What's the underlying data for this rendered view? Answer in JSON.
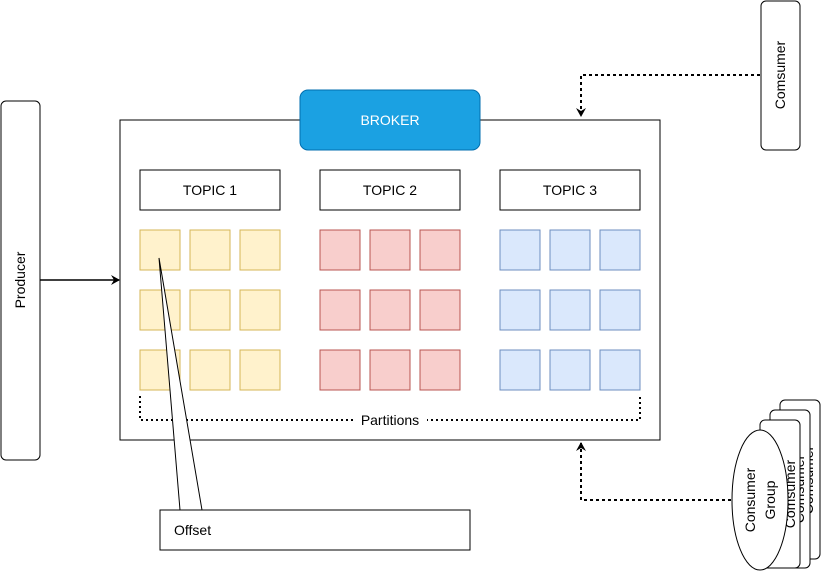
{
  "broker": {
    "label": "BROKER",
    "fill": "#1ba1e2",
    "stroke": "#006eaf"
  },
  "topics": [
    {
      "label": "TOPIC 1",
      "fill": "#fff2cc",
      "stroke": "#d6b656"
    },
    {
      "label": "TOPIC 2",
      "fill": "#f8cecc",
      "stroke": "#b85450"
    },
    {
      "label": "TOPIC 3",
      "fill": "#dae8fc",
      "stroke": "#6c8ebf"
    }
  ],
  "partitions_label": "Partitions",
  "producer_label": "Producer",
  "consumer_label": "Comsumer",
  "consumer_group": {
    "stack_label": "Comsumer",
    "label_line1": "Consumer",
    "label_line2": "Group"
  },
  "offset_label": "Offset"
}
